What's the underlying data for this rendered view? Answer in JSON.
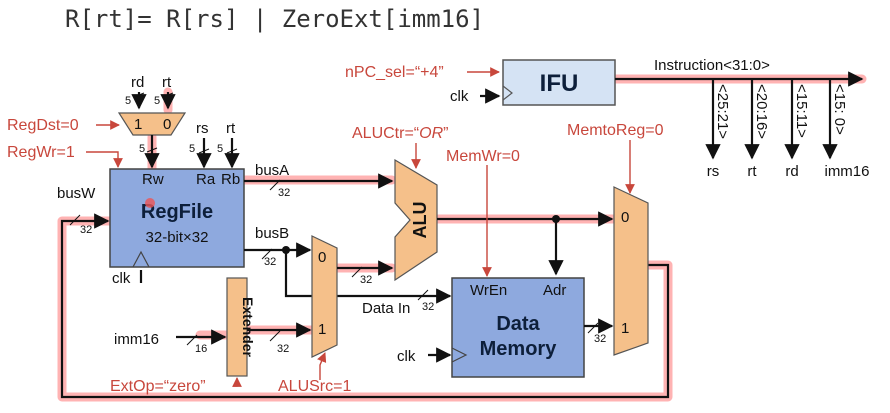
{
  "title": "R[rt]= R[rs] | ZeroExt[imm16]",
  "ifu": {
    "label": "IFU",
    "npc_sel": "nPC_sel=“+4”",
    "clk": "clk",
    "instruction": "Instruction<31:0>",
    "fields": [
      {
        "range": "<25:21>",
        "name": "rs"
      },
      {
        "range": "<20:16>",
        "name": "rt"
      },
      {
        "range": "<15:11>",
        "name": "rd"
      },
      {
        "range": "<15: 0>",
        "name": "imm16"
      }
    ]
  },
  "regfile": {
    "title": "RegFile",
    "subtitle": "32-bit×32",
    "rw": "Rw",
    "ra": "Ra",
    "rb": "Rb",
    "clk": "clk",
    "rd": "rd",
    "rt": "rt",
    "rs": "rs",
    "rt2": "rt",
    "five": "5",
    "mux_one": "1",
    "mux_zero": "0"
  },
  "controls": {
    "regdst": "RegDst=0",
    "regwr": "RegWr=1",
    "aluctr_prefix": "ALUCtr=“",
    "aluctr_value": "OR",
    "aluctr_suffix": "”",
    "memwr": "MemWr=0",
    "memtoreg": "MemtoReg=0",
    "extop": "ExtOp=“zero”",
    "alusrc": "ALUSrc=1"
  },
  "buses": {
    "busW": "busW",
    "busA": "busA",
    "busB": "busB",
    "width32": "32",
    "width16": "16",
    "imm16": "imm16",
    "data_in": "Data In"
  },
  "alu": {
    "label": "ALU"
  },
  "extender": {
    "label": "Extender"
  },
  "alusrc_mux": {
    "zero": "0",
    "one": "1"
  },
  "memory": {
    "line1": "Data",
    "line2": "Memory",
    "wren": "WrEn",
    "adr": "Adr",
    "clk": "clk"
  },
  "memtoreg_mux": {
    "zero": "0",
    "one": "1"
  }
}
